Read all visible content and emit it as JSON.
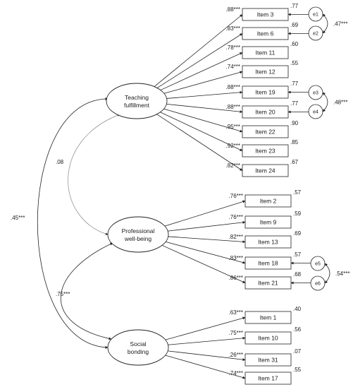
{
  "factors": {
    "teaching": {
      "lines": [
        "Teaching",
        "fulfillment"
      ]
    },
    "professional": {
      "lines": [
        "Professional",
        "well-being"
      ]
    },
    "social": {
      "lines": [
        "Social",
        "bonding"
      ]
    }
  },
  "items": [
    {
      "label": "Item 3",
      "loading": ".88***",
      "r2": ".77"
    },
    {
      "label": "Item 6",
      "loading": ".83***",
      "r2": ".69"
    },
    {
      "label": "Item 11",
      "loading": ".78***",
      "r2": ".60"
    },
    {
      "label": "Item 12",
      "loading": ".74***",
      "r2": ".55"
    },
    {
      "label": "Item 19",
      "loading": ".88***",
      "r2": ".77"
    },
    {
      "label": "Item 20",
      "loading": ".88***",
      "r2": ".77"
    },
    {
      "label": "Item 22",
      "loading": ".95***",
      "r2": ".90"
    },
    {
      "label": "Item 23",
      "loading": ".92***",
      "r2": ".85"
    },
    {
      "label": "Item 24",
      "loading": ".82***",
      "r2": ".67"
    },
    {
      "label": "Item 2",
      "loading": ".76***",
      "r2": ".57"
    },
    {
      "label": "Item 9",
      "loading": ".76***",
      "r2": ".59"
    },
    {
      "label": "Item 13",
      "loading": ".82***",
      "r2": ".69"
    },
    {
      "label": "Item 18",
      "loading": ".83***",
      "r2": ".57"
    },
    {
      "label": "Item 21",
      "loading": ".86***",
      "r2": ".68"
    },
    {
      "label": "Item 1",
      "loading": ".63***",
      "r2": ".40"
    },
    {
      "label": "Item 10",
      "loading": ".75***",
      "r2": ".56"
    },
    {
      "label": "Item 31",
      "loading": ".26***",
      "r2": ".07"
    },
    {
      "label": "Item 17",
      "loading": ".74***",
      "r2": ".55"
    }
  ],
  "errors": [
    "e1",
    "e2",
    "e3",
    "e4",
    "e5",
    "e6"
  ],
  "error_covariances": [
    ".47***",
    ".48***",
    ".54***"
  ],
  "factor_covariances": {
    "teaching_professional": ".08",
    "teaching_social": ".45***",
    "professional_social": ".75***"
  }
}
